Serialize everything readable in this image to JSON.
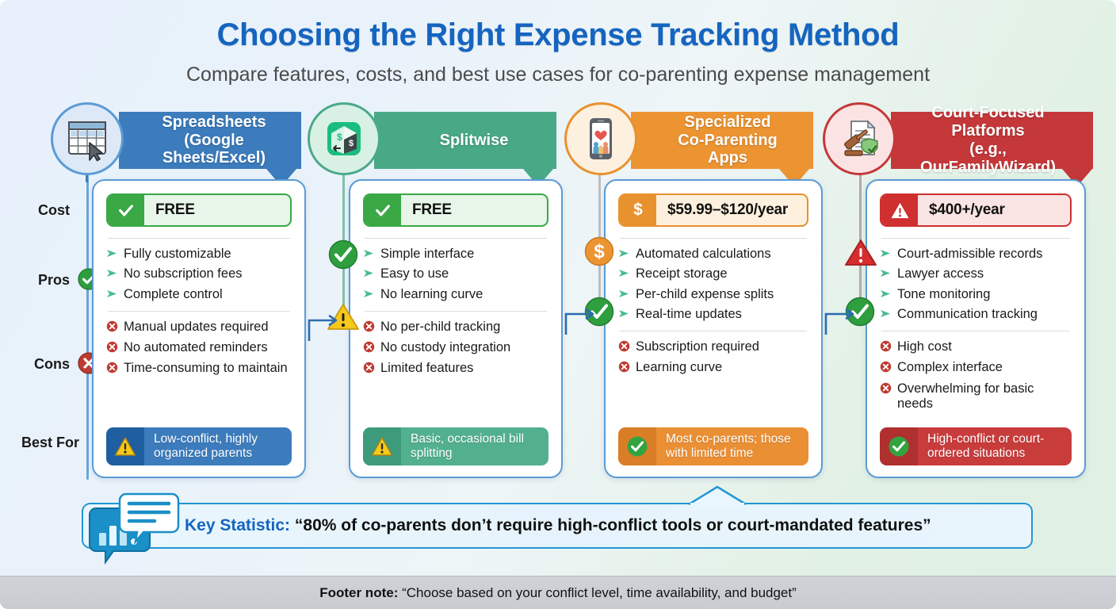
{
  "header": {
    "title": "Choosing the Right Expense Tracking Method",
    "subtitle": "Compare features, costs, and best use cases for co-parenting expense management",
    "title_color": "#1565c0"
  },
  "row_labels": {
    "cost": "Cost",
    "pros": "Pros",
    "cons": "Cons",
    "best_for": "Best For"
  },
  "columns": [
    {
      "id": "spreadsheets",
      "header_line1": "Spreadsheets",
      "header_line2": "(Google Sheets/Excel)",
      "header_color": "#3c7cbd",
      "accent": "#5b9bd5",
      "icon": "spreadsheet-grid-icon",
      "cost": {
        "label": "FREE",
        "icon": "check-icon",
        "icon_bg": "#39a845",
        "box_bg": "#e7f6e9",
        "border": "#39a845"
      },
      "chain_icons": [
        {
          "name": "check-circle-icon",
          "shape": "circle",
          "color": "#2e9e3e"
        },
        {
          "name": "error-circle-icon",
          "shape": "circle",
          "color": "#c0392b"
        }
      ],
      "pros": [
        "Fully customizable",
        "No subscription fees",
        "Complete control"
      ],
      "cons": [
        "Manual updates required",
        "No automated reminders",
        "Time-consuming to maintain"
      ],
      "best_for": {
        "text": "Low-conflict, highly organized parents",
        "bg": "#3c7cbd",
        "icon_bg": "#1f5fa0",
        "icon": "warning-triangle-icon"
      }
    },
    {
      "id": "splitwise",
      "header_line1": "Splitwise",
      "header_line2": "",
      "header_color": "#49a987",
      "accent": "#4aa98a",
      "icon": "splitwise-box-icon",
      "cost": {
        "label": "FREE",
        "icon": "check-icon",
        "icon_bg": "#39a845",
        "box_bg": "#e7f6e9",
        "border": "#39a845"
      },
      "chain_icons": [
        {
          "name": "check-circle-icon",
          "shape": "circle",
          "color": "#2e9e3e"
        },
        {
          "name": "warning-triangle-icon",
          "shape": "triangle",
          "color": "#f5c518"
        }
      ],
      "pros": [
        "Simple interface",
        "Easy to use",
        "No learning curve"
      ],
      "cons": [
        "No per-child tracking",
        "No custody integration",
        "Limited features"
      ],
      "best_for": {
        "text": "Basic, occasional bill splitting",
        "bg": "#52b08f",
        "icon_bg": "#3d9a7a",
        "icon": "warning-triangle-icon"
      }
    },
    {
      "id": "specialized-apps",
      "header_line1": "Specialized",
      "header_line2": "Co-Parenting Apps",
      "header_color": "#ed9432",
      "accent": "#e8912f",
      "icon": "phone-family-icon",
      "cost": {
        "label": "$59.99–$120/year",
        "icon": "dollar-icon",
        "icon_bg": "#e8912f",
        "box_bg": "#fdf0de",
        "border": "#e8912f"
      },
      "chain_icons": [
        {
          "name": "dollar-circle-icon",
          "shape": "circle",
          "color": "#ed9432"
        },
        {
          "name": "check-circle-icon",
          "shape": "circle",
          "color": "#2e9e3e"
        }
      ],
      "pros": [
        "Automated calculations",
        "Receipt storage",
        "Per-child expense splits",
        "Real-time updates"
      ],
      "cons": [
        "Subscription required",
        "Learning curve"
      ],
      "best_for": {
        "text": "Most co-parents; those with limited time",
        "bg": "#ea8f34",
        "icon_bg": "#d97e26",
        "icon": "check-circle-icon"
      }
    },
    {
      "id": "court-focused",
      "header_line1": "Court-Focused Platforms",
      "header_line2": "(e.g., OurFamilyWizard)",
      "header_color": "#c4383a",
      "accent": "#c4383a",
      "icon": "gavel-document-icon",
      "cost": {
        "label": "$400+/year",
        "icon": "warning-icon",
        "icon_bg": "#cf2f2f",
        "box_bg": "#fbe4e4",
        "border": "#cf2f2f"
      },
      "chain_icons": [
        {
          "name": "warning-triangle-icon",
          "shape": "triangle",
          "color": "#d62d2d"
        },
        {
          "name": "check-circle-icon",
          "shape": "circle",
          "color": "#2e9e3e"
        }
      ],
      "pros": [
        "Court-admissible records",
        "Lawyer access",
        "Tone monitoring",
        "Communication tracking"
      ],
      "cons": [
        "High cost",
        "Complex interface",
        "Overwhelming for basic needs"
      ],
      "best_for": {
        "text": "High-conflict or court-ordered situations",
        "bg": "#c93c3c",
        "icon_bg": "#b02f2f",
        "icon": "check-circle-icon"
      }
    }
  ],
  "key_statistic": {
    "label": "Key Statistic:",
    "quote": "“80% of co-parents don’t require high-conflict tools or court-mandated features”",
    "icon": "chart-speech-bubble-icon",
    "accent": "#1565c0"
  },
  "footer": {
    "label": "Footer note:",
    "quote": "“Choose based on your conflict level, time availability, and budget”"
  }
}
